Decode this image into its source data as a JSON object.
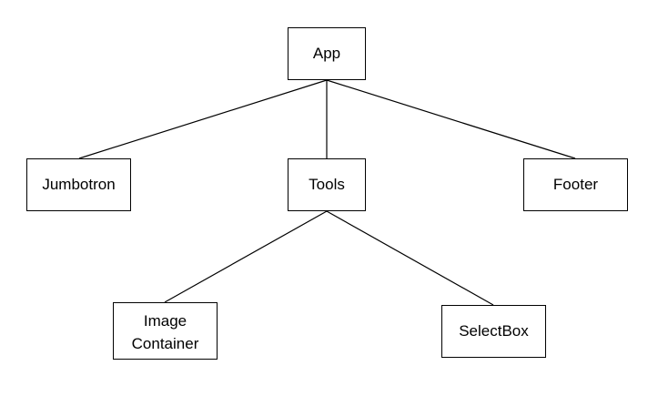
{
  "diagram": {
    "type": "tree",
    "colors": {
      "background": "#ffffff",
      "stroke": "#000000",
      "text": "#000000"
    },
    "nodes": {
      "app": {
        "lines": [
          "App"
        ]
      },
      "jumbotron": {
        "lines": [
          "Jumbotron"
        ]
      },
      "tools": {
        "lines": [
          "Tools"
        ]
      },
      "footer": {
        "lines": [
          "Footer"
        ]
      },
      "image_container": {
        "lines": [
          "Image",
          "Container"
        ]
      },
      "selectbox": {
        "lines": [
          "SelectBox"
        ]
      }
    },
    "edges": [
      {
        "from": "app",
        "to": "jumbotron"
      },
      {
        "from": "app",
        "to": "tools"
      },
      {
        "from": "app",
        "to": "footer"
      },
      {
        "from": "tools",
        "to": "image_container"
      },
      {
        "from": "tools",
        "to": "selectbox"
      }
    ]
  }
}
